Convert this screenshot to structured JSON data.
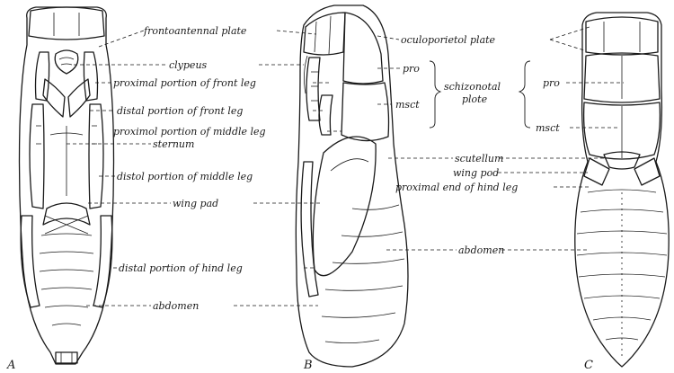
{
  "labels": {
    "frontoantennal_plate": "frontoantennal plate",
    "clypeus": "clypeus",
    "proximal_front_leg": "proximal portion of front leg",
    "distal_front_leg": "distal portion of front leg",
    "proximal_middle_leg": "proximol portion of middle leg",
    "sternum": "sternum",
    "distal_middle_leg": "distol portion of middle leg",
    "wing_pad_a": "wing pad",
    "distal_hind_leg": "distal portion of hind leg",
    "abdomen_a": "abdomen",
    "oculoparietal_plate": "oculoporietol plate",
    "pro_b": "pro",
    "msct_b": "msct",
    "schizonotal_line1": "schizonotal",
    "schizonotal_line2": "plote",
    "pro_c": "pro",
    "msct_c": "msct",
    "scutellum": "scutellum",
    "wing_pad_b": "wing pod",
    "proximal_hind_leg": "proximal end of hind leg",
    "abdomen_b": "abdomen"
  },
  "panels": {
    "a": "A",
    "b": "B",
    "c": "C"
  }
}
